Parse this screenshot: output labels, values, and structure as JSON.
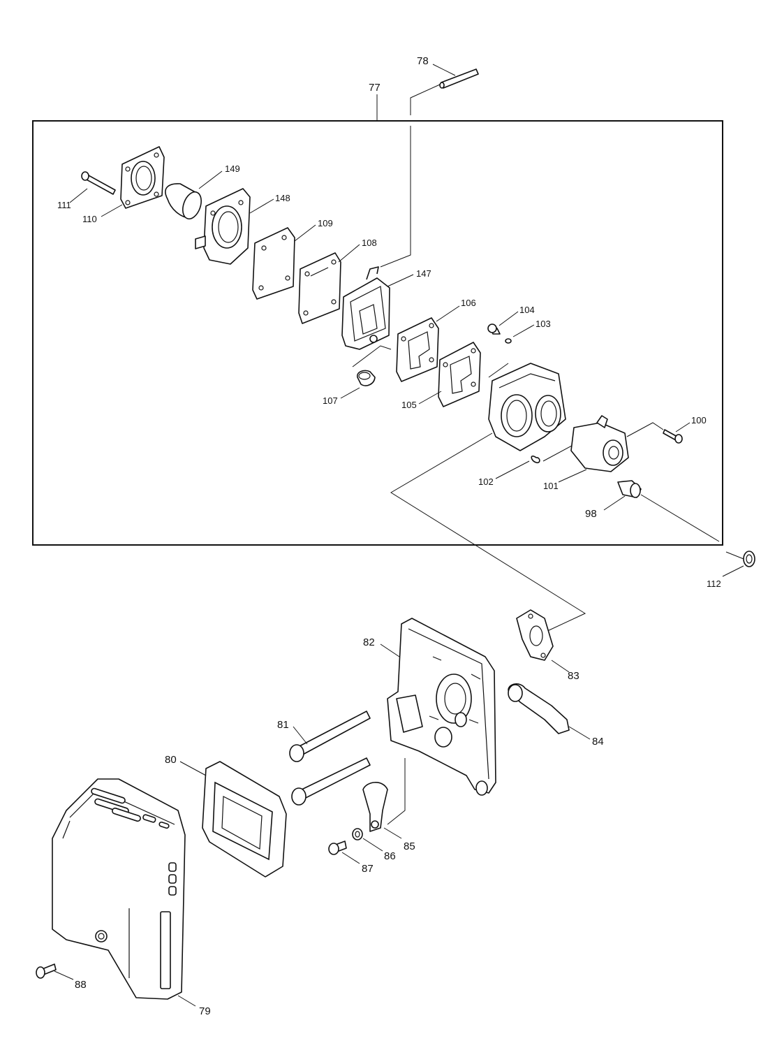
{
  "callouts": {
    "p77": "77",
    "p78": "78",
    "p111": "111",
    "p110": "110",
    "p149": "149",
    "p148": "148",
    "p109": "109",
    "p108": "108",
    "p147": "147",
    "p106": "106",
    "p104": "104",
    "p103": "103",
    "p107": "107",
    "p105": "105",
    "p100": "100",
    "p102": "102",
    "p101": "101",
    "p98": "98",
    "p112": "112",
    "p82": "82",
    "p83": "83",
    "p81": "81",
    "p84": "84",
    "p80": "80",
    "p85": "85",
    "p86": "86",
    "p87": "87",
    "p88": "88",
    "p79": "79"
  },
  "colors": {
    "line": "#111111",
    "background": "#ffffff"
  }
}
